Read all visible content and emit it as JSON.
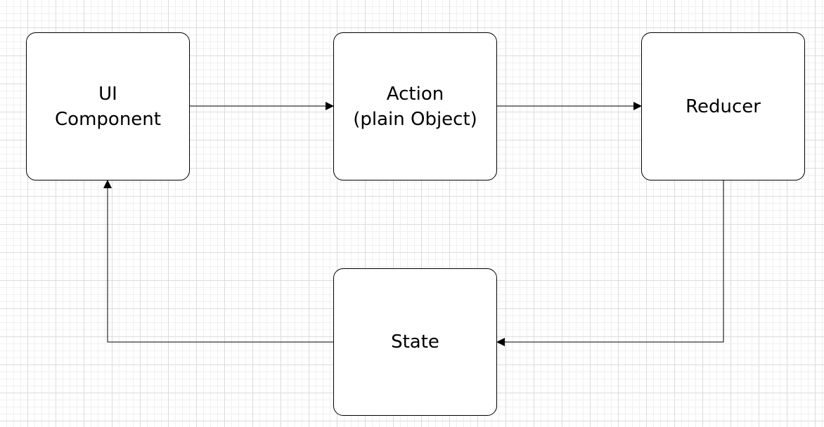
{
  "diagram": {
    "nodes": [
      {
        "id": "ui",
        "label": "UI\nComponent"
      },
      {
        "id": "action",
        "label": "Action\n(plain Object)"
      },
      {
        "id": "reducer",
        "label": "Reducer"
      },
      {
        "id": "state",
        "label": "State"
      }
    ],
    "edges": [
      {
        "from": "ui",
        "to": "action"
      },
      {
        "from": "action",
        "to": "reducer"
      },
      {
        "from": "reducer",
        "to": "state"
      },
      {
        "from": "state",
        "to": "ui"
      }
    ],
    "colors": {
      "stroke": "#000000",
      "node_fill": "#ffffff",
      "grid_major": "#dcdcdc",
      "grid_minor": "#f0f0f0"
    }
  }
}
